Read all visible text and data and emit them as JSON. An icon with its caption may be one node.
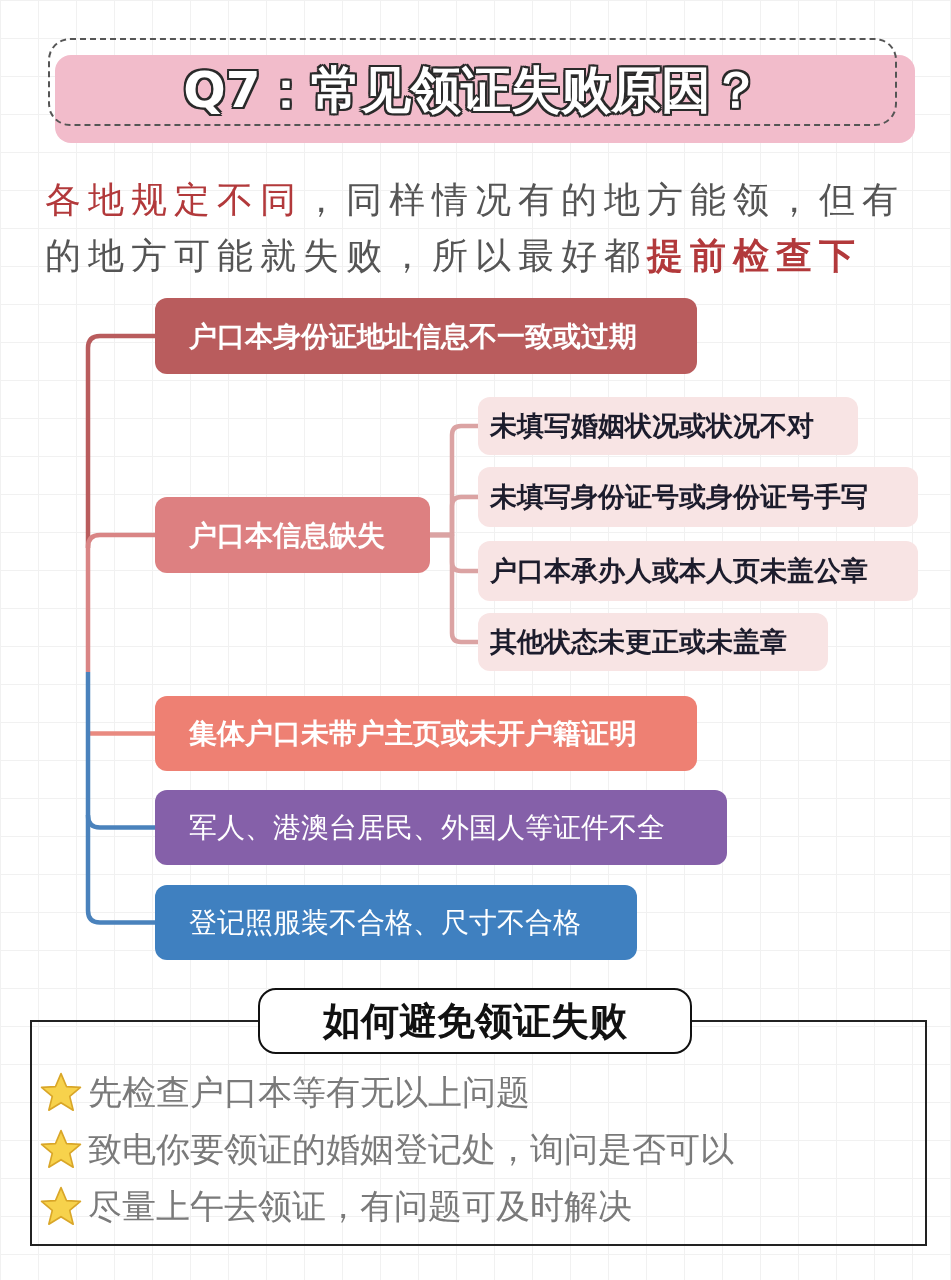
{
  "diagram": {
    "title": "Q7：常见领证失败原因？",
    "nodes": [
      {
        "text": [
          "户口本身份证地址信息不一致或过期"
        ]
      },
      {
        "text": [
          "户口本信息缺失"
        ]
      },
      {
        "text": [
          "未填写婚姻状况或状况不对"
        ]
      },
      {
        "text": [
          "未填写身份证号或身份证号手写"
        ]
      },
      {
        "text": [
          "户口本承办人或本人页未盖公章"
        ]
      },
      {
        "text": [
          "其他状态未更正或未盖章"
        ]
      },
      {
        "text": [
          "集体户口未带户主页或未开户籍证明"
        ]
      },
      {
        "text": [
          "军人、港澳台居民、外国人等证件不全"
        ]
      },
      {
        "text": [
          "登记照服装不合格、尺寸不合格"
        ]
      },
      {
        "text": [
          "如何避免领证失败",
          "先检查户口本等有无以上问题",
          "致电你要领证的婚姻登记处，询问是否可以",
          "尽量上午去领证，有问题可及时解决"
        ]
      }
    ],
    "edges": [
      {
        "from": null,
        "to": 0,
        "arrow": "none",
        "color": "#b95c5d"
      },
      {
        "from": null,
        "to": 1,
        "arrow": "none",
        "color": "#d98585"
      },
      {
        "from": 1,
        "to": 2,
        "arrow": "none"
      },
      {
        "from": 1,
        "to": 3,
        "arrow": "none"
      },
      {
        "from": 1,
        "to": 4,
        "arrow": "none"
      },
      {
        "from": 1,
        "to": 5,
        "arrow": "none"
      },
      {
        "from": null,
        "to": 6,
        "arrow": "none",
        "color": "#e98a80"
      },
      {
        "from": null,
        "to": 7,
        "arrow": "none",
        "color": "#4a82bc"
      },
      {
        "from": null,
        "to": 8,
        "arrow": "none",
        "color": "#4a82bc"
      }
    ],
    "labels": [
      "*各地规定不同*，同样情况有的地方能领，但有的地方可能就失败，所以最好都**提前检查下**"
    ]
  }
}
